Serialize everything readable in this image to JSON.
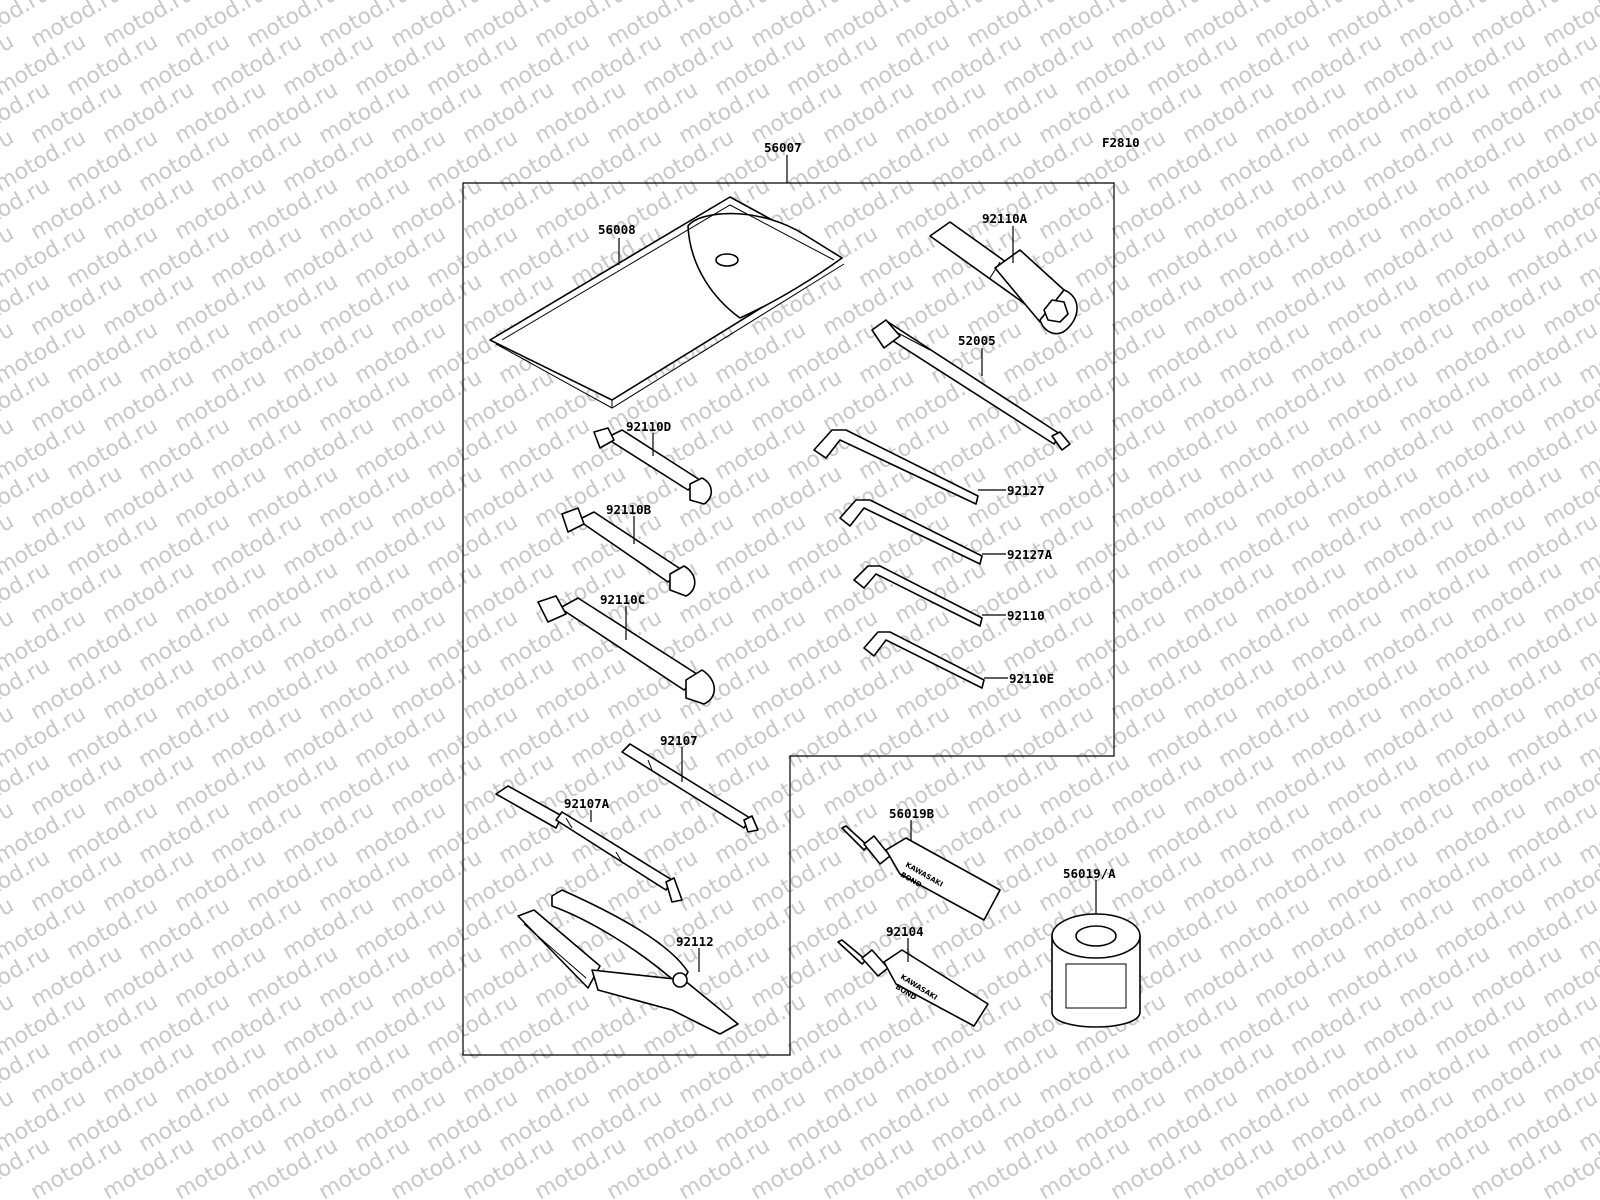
{
  "diagram": {
    "figure_code": "F2810",
    "watermark_text": "motod.ru",
    "tube_brand_1": "KAWASAKI",
    "tube_brand_2": "BOND",
    "parts": [
      {
        "id": "kit",
        "number": "56007"
      },
      {
        "id": "tool-bag",
        "number": "56008"
      },
      {
        "id": "plug-wrench",
        "number": "92110A"
      },
      {
        "id": "spoke-wrench-handle",
        "number": "52005"
      },
      {
        "id": "wrench-d",
        "number": "92110D"
      },
      {
        "id": "wrench-b",
        "number": "92110B"
      },
      {
        "id": "wrench-c",
        "number": "92110C"
      },
      {
        "id": "hex-key-1",
        "number": "92127"
      },
      {
        "id": "hex-key-2",
        "number": "92127A"
      },
      {
        "id": "hex-key-3",
        "number": "92110"
      },
      {
        "id": "hex-key-4",
        "number": "92110E"
      },
      {
        "id": "screwdriver-bit",
        "number": "92107"
      },
      {
        "id": "screwdriver-handle",
        "number": "92107A"
      },
      {
        "id": "pliers",
        "number": "92112"
      },
      {
        "id": "bond-tube-1",
        "number": "56019B"
      },
      {
        "id": "bond-tube-2",
        "number": "92104"
      },
      {
        "id": "oil-filter",
        "number": "56019/A"
      }
    ]
  }
}
